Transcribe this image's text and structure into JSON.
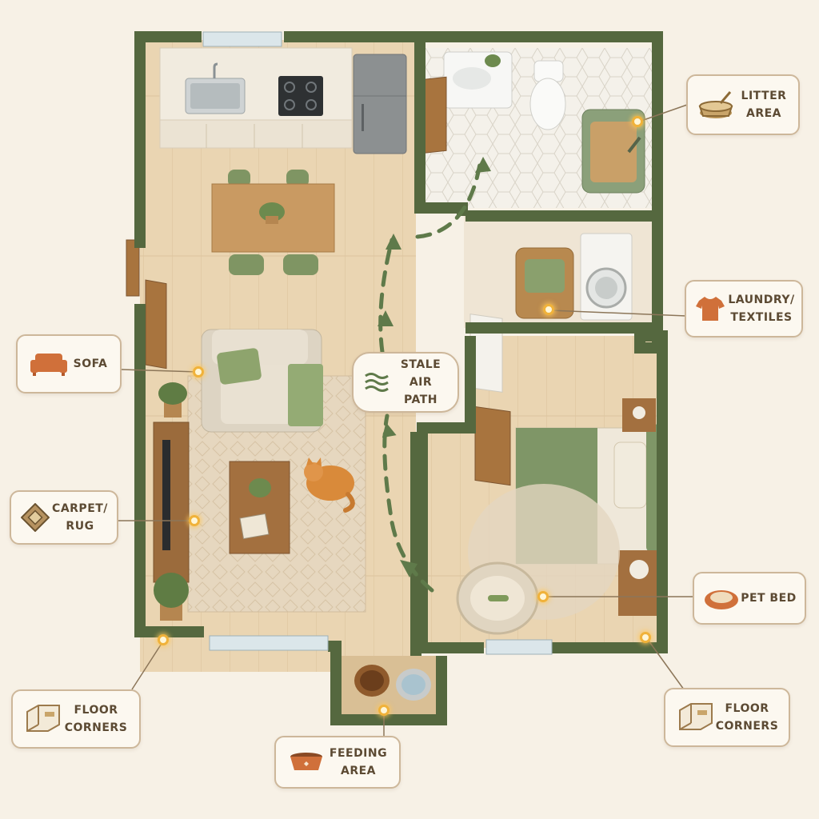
{
  "callouts": {
    "litter": {
      "line1": "LITTER",
      "line2": "AREA",
      "icon": "litter-box-icon"
    },
    "laundry": {
      "line1": "LAUNDRY/",
      "line2": "TEXTILES",
      "icon": "shirt-icon"
    },
    "sofa": {
      "line1": "SOFA",
      "icon": "sofa-icon"
    },
    "stale_air": {
      "line1": "STALE",
      "line2": "AIR PATH",
      "icon": "air-waves-icon"
    },
    "carpet": {
      "line1": "CARPET/",
      "line2": "RUG",
      "icon": "rug-icon"
    },
    "pet_bed": {
      "line1": "PET BED",
      "icon": "pet-bed-icon"
    },
    "floor_corners_left": {
      "line1": "FLOOR",
      "line2": "CORNERS",
      "icon": "floor-corner-icon"
    },
    "floor_corners_right": {
      "line1": "FLOOR",
      "line2": "CORNERS",
      "icon": "floor-corner-icon"
    },
    "feeding": {
      "line1": "FEEDING",
      "line2": "AREA",
      "icon": "pet-bowl-icon"
    }
  },
  "colors": {
    "wall": "#5b6e4a",
    "floor": "#e8d3b0",
    "accent_green": "#7d9461",
    "icon_orange": "#d0703a",
    "callout_border": "#cdb79a",
    "hotspot": "#f0b23a"
  }
}
